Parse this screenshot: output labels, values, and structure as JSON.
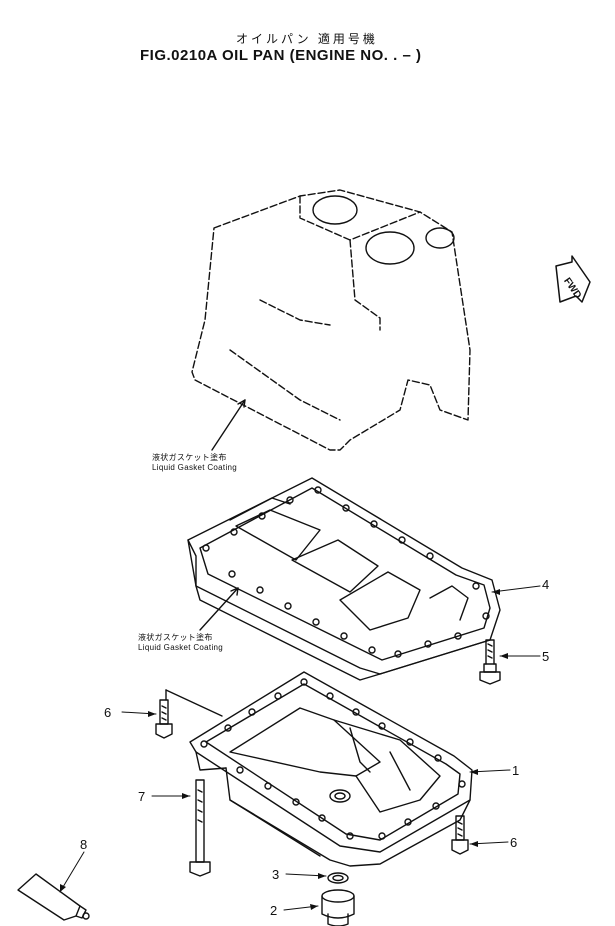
{
  "header": {
    "jp_title": "オイルパン 適用号機",
    "fig_title": "FIG.0210A  OIL PAN (ENGINE NO.  . – )"
  },
  "fwd_label": "FWD",
  "notes": [
    {
      "jp": "液状ガスケット塗布",
      "en": "Liquid  Gasket  Coating"
    },
    {
      "jp": "液状ガスケット塗布",
      "en": "Liquid  Gasket  Coating"
    }
  ],
  "callouts": [
    "1",
    "2",
    "3",
    "4",
    "5",
    "6",
    "6",
    "7",
    "8"
  ]
}
